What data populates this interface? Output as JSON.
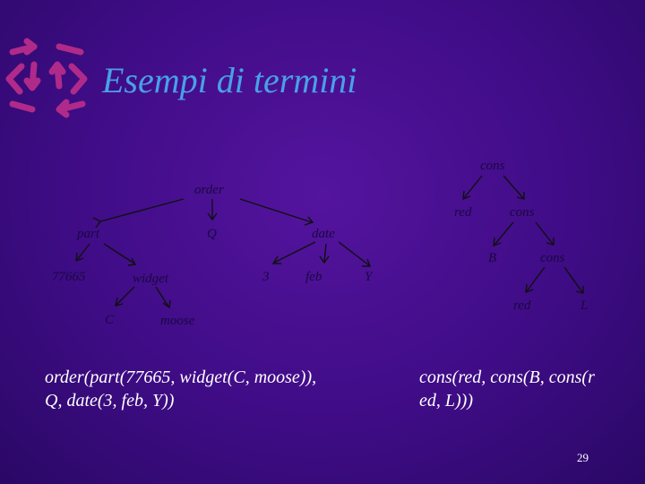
{
  "slide": {
    "title": "Esempi di termini",
    "page_number": "29",
    "term_left_line1": "order(part(77665, widget(C, moose)),",
    "term_left_line2": "Q, date(3, feb, Y))",
    "term_right_line1": "cons(red, cons(B, cons(r",
    "term_right_line2": "ed, L)))"
  },
  "tree_left": {
    "root": "order",
    "part": "part",
    "q": "Q",
    "date": "date",
    "n77665": "77665",
    "widget": "widget",
    "c": "C",
    "moose": "moose",
    "three": "3",
    "feb": "feb",
    "y": "Y"
  },
  "tree_right": {
    "root": "cons",
    "red1": "red",
    "cons2": "cons",
    "b": "B",
    "cons3": "cons",
    "red2": "red",
    "l": "L"
  },
  "colors": {
    "background": "#3f0c86",
    "title": "#4aa0e6",
    "logo": "#b02a8a",
    "node_text": "#1a0740",
    "term_text": "#ffffff"
  }
}
